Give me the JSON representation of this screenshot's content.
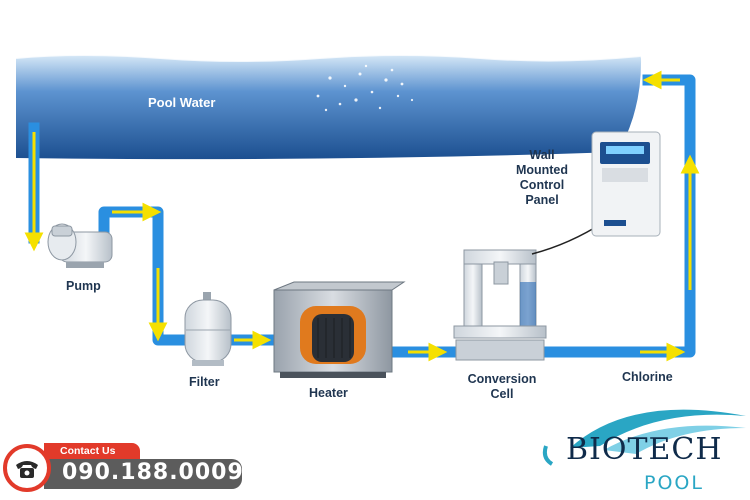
{
  "labels": {
    "pool_water": "Pool Water",
    "pump": "Pump",
    "filter": "Filter",
    "heater": "Heater",
    "conversion_cell": [
      "Conversion",
      "Cell"
    ],
    "chlorine": "Chlorine",
    "control_panel": [
      "Wall",
      "Mounted",
      "Control",
      "Panel"
    ]
  },
  "contact": {
    "tab_label": "Contact Us",
    "phone": "090.188.0009",
    "icon": "telephone-icon"
  },
  "brand": {
    "name": "BIOTECH",
    "sub": "POOL"
  },
  "colors": {
    "pipe": "#2a8fe0",
    "arrow": "#f5e000",
    "water_dark": "#1c4f90",
    "water_light": "#d8e9f7",
    "accent_red": "#e23a2a",
    "brand_teal": "#2aa6c4"
  }
}
